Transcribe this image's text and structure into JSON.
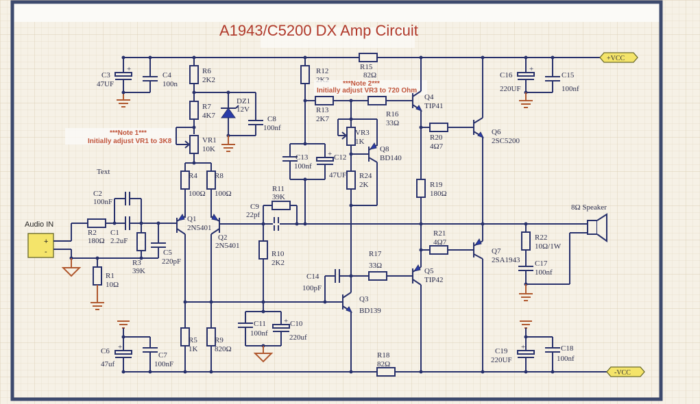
{
  "title": "A1943/C5200 DX Amp Circuit",
  "notes": {
    "note1_header": "***Note 1***",
    "note1_text": "Initially adjust VR1 to 3K8",
    "note2_header": "***Note 2***",
    "note2_text": "Initially adjust VR3 to 720 Ohm"
  },
  "text_placeholder": "Text",
  "ports": {
    "vcc_pos": "+VCC",
    "vcc_neg": "-VCC",
    "audio_in": "Audio IN",
    "audio_plus": "+",
    "audio_minus": "-",
    "speaker": "8Ω  Speaker"
  },
  "components": {
    "C3": {
      "ref": "C3",
      "value": "47UF"
    },
    "C4": {
      "ref": "C4",
      "value": "100n"
    },
    "R6": {
      "ref": "R6",
      "value": "2K2"
    },
    "R7": {
      "ref": "R7",
      "value": "4K7"
    },
    "DZ1": {
      "ref": "DZ1",
      "value": "12V"
    },
    "C8": {
      "ref": "C8",
      "value": "100nf"
    },
    "VR1": {
      "ref": "VR1",
      "value": "10K"
    },
    "R4": {
      "ref": "R4",
      "value": "100Ω"
    },
    "R8": {
      "ref": "R8",
      "value": "100Ω"
    },
    "C2": {
      "ref": "C2",
      "value": "100nF"
    },
    "R2": {
      "ref": "R2",
      "value": "180Ω"
    },
    "C1": {
      "ref": "C1",
      "value": "2.2uF"
    },
    "R3": {
      "ref": "R3",
      "value": "39K"
    },
    "C5": {
      "ref": "C5",
      "value": "220pF"
    },
    "R1": {
      "ref": "R1",
      "value": "10Ω"
    },
    "Q1": {
      "ref": "Q1",
      "value": "2N5401"
    },
    "Q2": {
      "ref": "Q2",
      "value": "2N5401"
    },
    "R5": {
      "ref": "R5",
      "value": "1K"
    },
    "R9": {
      "ref": "R9",
      "value": "820Ω"
    },
    "C6": {
      "ref": "C6",
      "value": "47uf"
    },
    "C7": {
      "ref": "C7",
      "value": "100nF"
    },
    "R12": {
      "ref": "R12",
      "value": "2K2"
    },
    "R15": {
      "ref": "R15",
      "value": "82Ω"
    },
    "R13": {
      "ref": "R13",
      "value": "2K7"
    },
    "R16": {
      "ref": "R16",
      "value": "33Ω"
    },
    "VR3": {
      "ref": "VR3",
      "value": "1K"
    },
    "Q8": {
      "ref": "Q8",
      "value": "BD140"
    },
    "C13": {
      "ref": "C13",
      "value": "100nf"
    },
    "C12": {
      "ref": "C12",
      "value": "47UF"
    },
    "R24": {
      "ref": "R24",
      "value": "2K"
    },
    "R11": {
      "ref": "R11",
      "value": "39K"
    },
    "C9": {
      "ref": "C9",
      "value": "22pf"
    },
    "R10": {
      "ref": "R10",
      "value": "2K2"
    },
    "C11": {
      "ref": "C11",
      "value": "100nf"
    },
    "C10": {
      "ref": "C10",
      "value": "220uf"
    },
    "C14": {
      "ref": "C14",
      "value": "100pF"
    },
    "Q3": {
      "ref": "Q3",
      "value": "BD139"
    },
    "R17": {
      "ref": "R17",
      "value": "33Ω"
    },
    "R18": {
      "ref": "R18",
      "value": "82Ω"
    },
    "Q4": {
      "ref": "Q4",
      "value": "TIP41"
    },
    "Q5": {
      "ref": "Q5",
      "value": "TIP42"
    },
    "R20": {
      "ref": "R20",
      "value": "4Ω7"
    },
    "R19": {
      "ref": "R19",
      "value": "180Ω"
    },
    "R21": {
      "ref": "R21",
      "value": "4Ω7"
    },
    "Q6": {
      "ref": "Q6",
      "value": "2SC5200"
    },
    "Q7": {
      "ref": "Q7",
      "value": "2SA1943"
    },
    "C16": {
      "ref": "C16",
      "value": "220UF"
    },
    "C15": {
      "ref": "C15",
      "value": "100nf"
    },
    "R22": {
      "ref": "R22",
      "value": "10Ω/1W"
    },
    "C17": {
      "ref": "C17",
      "value": "100nf"
    },
    "C19": {
      "ref": "C19",
      "value": "220UF"
    },
    "C18": {
      "ref": "C18",
      "value": "100nf"
    }
  }
}
